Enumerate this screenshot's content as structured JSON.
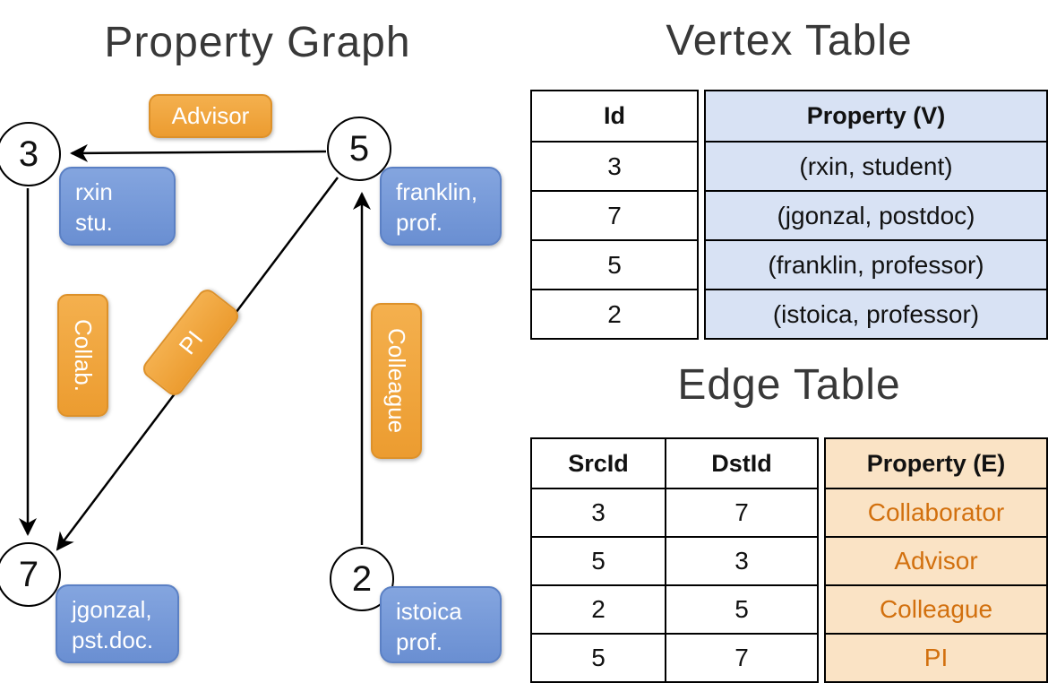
{
  "graph": {
    "title": "Property Graph",
    "vertices": {
      "v3": {
        "id": "3",
        "line1": "rxin",
        "line2": "stu."
      },
      "v5": {
        "id": "5",
        "line1": "franklin,",
        "line2": "prof."
      },
      "v7": {
        "id": "7",
        "line1": "jgonzal,",
        "line2": "pst.doc."
      },
      "v2": {
        "id": "2",
        "line1": "istoica",
        "line2": "prof."
      }
    },
    "edge_labels": {
      "advisor": "Advisor",
      "collab": "Collab.",
      "pi": "PI",
      "colleague": "Colleague"
    }
  },
  "vertex_table": {
    "title": "Vertex Table",
    "col_id": "Id",
    "col_property": "Property (V)",
    "rows": [
      {
        "id": "3",
        "property": "(rxin, student)"
      },
      {
        "id": "7",
        "property": "(jgonzal, postdoc)"
      },
      {
        "id": "5",
        "property": "(franklin, professor)"
      },
      {
        "id": "2",
        "property": "(istoica, professor)"
      }
    ]
  },
  "edge_table": {
    "title": "Edge Table",
    "col_src": "SrcId",
    "col_dst": "DstId",
    "col_property": "Property (E)",
    "rows": [
      {
        "src": "3",
        "dst": "7",
        "property": "Collaborator"
      },
      {
        "src": "5",
        "dst": "3",
        "property": "Advisor"
      },
      {
        "src": "2",
        "dst": "5",
        "property": "Colleague"
      },
      {
        "src": "5",
        "dst": "7",
        "property": "PI"
      }
    ]
  },
  "colors": {
    "vertex_node_fill": "#7195D6",
    "edge_label_fill": "#F0A441",
    "vertex_table_bg": "#D8E2F4",
    "edge_table_bg": "#FAE3C5",
    "edge_value_text": "#D2700E"
  }
}
